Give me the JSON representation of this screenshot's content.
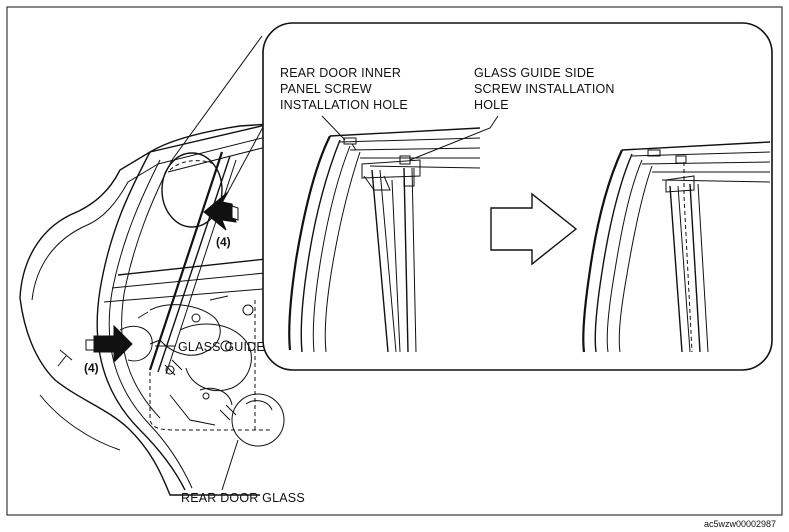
{
  "labels": {
    "inner_panel_hole": [
      "REAR DOOR INNER",
      "PANEL SCREW",
      "INSTALLATION HOLE"
    ],
    "glass_guide_hole": [
      "GLASS GUIDE SIDE",
      "SCREW INSTALLATION",
      "HOLE"
    ],
    "glass_guide": "GLASS GUIDE",
    "rear_door_glass": "REAR DOOR GLASS",
    "step_upper": "(4)",
    "step_lower": "(4)"
  },
  "figure_code": "ac5wzw00002987",
  "colors": {
    "ink": "#111111",
    "paper": "#ffffff"
  },
  "icons": [
    "push-arrow-icon",
    "transition-arrow-icon"
  ]
}
